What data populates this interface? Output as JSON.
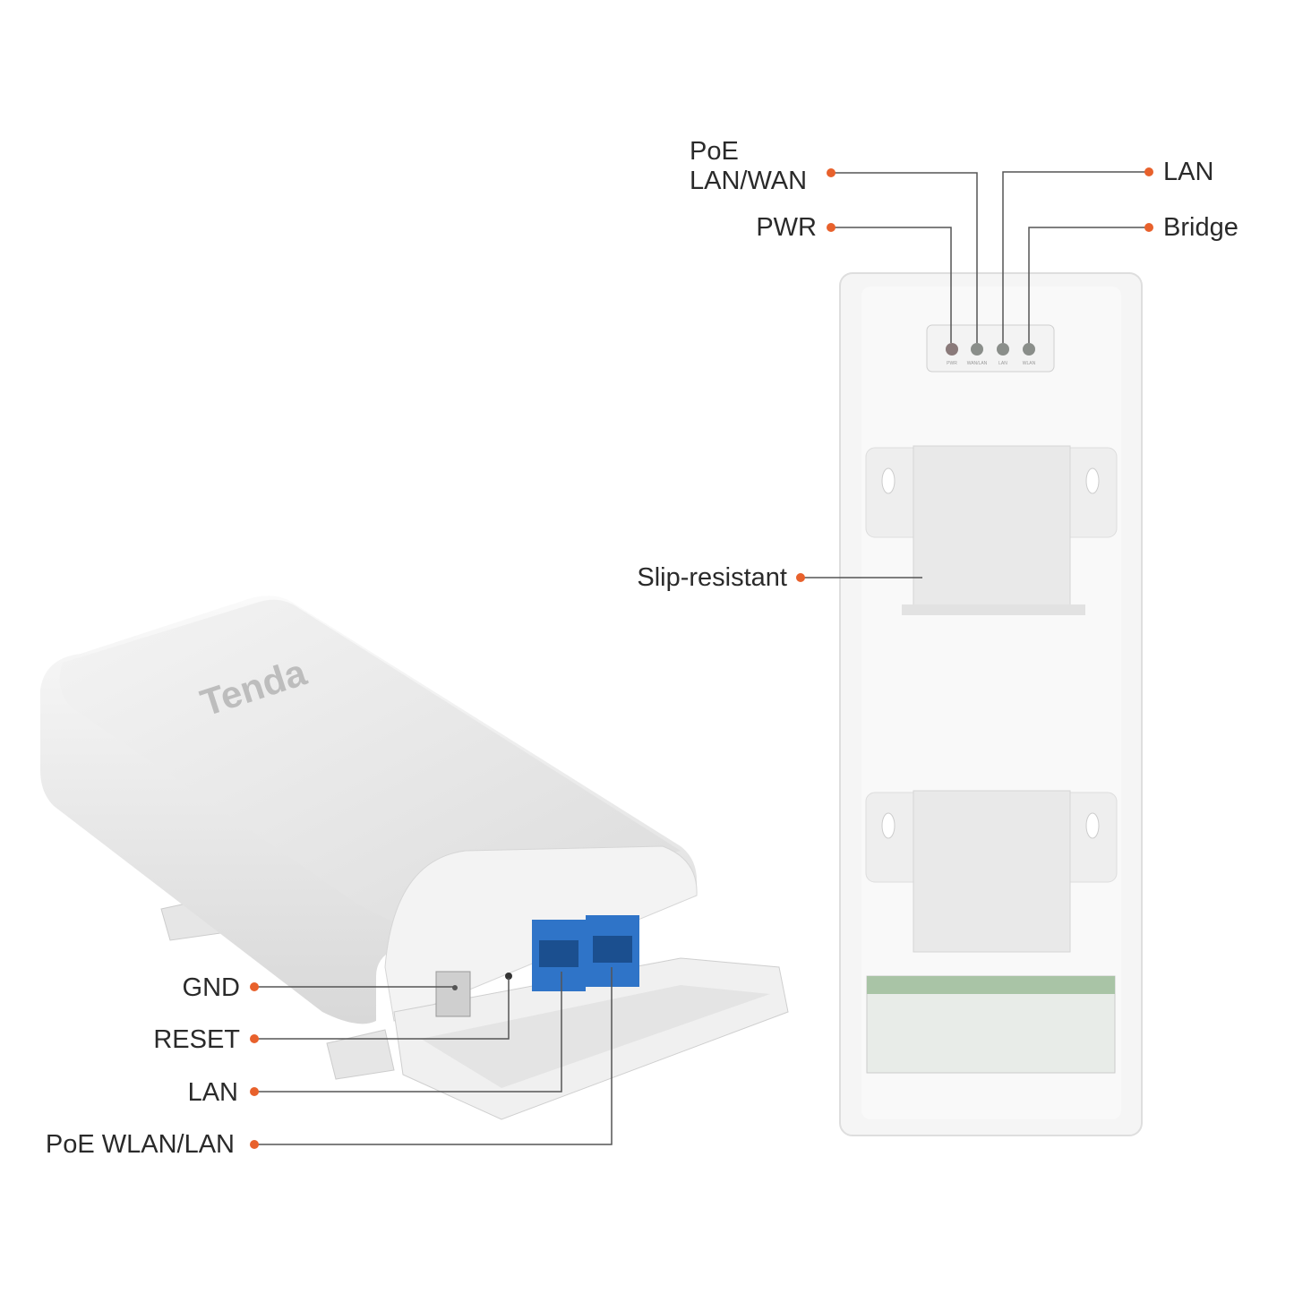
{
  "accent_color": "#e8612c",
  "device_brand": "Tenda",
  "top_view": {
    "led_labels": [
      "PWR",
      "WAN/LAN",
      "LAN",
      "WLAN"
    ],
    "callouts": {
      "poe_line1": "PoE",
      "poe_line2": "LAN/WAN",
      "pwr": "PWR",
      "lan": "LAN",
      "bridge": "Bridge",
      "slip": "Slip-resistant"
    }
  },
  "port_view": {
    "callouts": {
      "gnd": "GND",
      "reset": "RESET",
      "lan": "LAN",
      "poe": "PoE WLAN/LAN"
    }
  }
}
